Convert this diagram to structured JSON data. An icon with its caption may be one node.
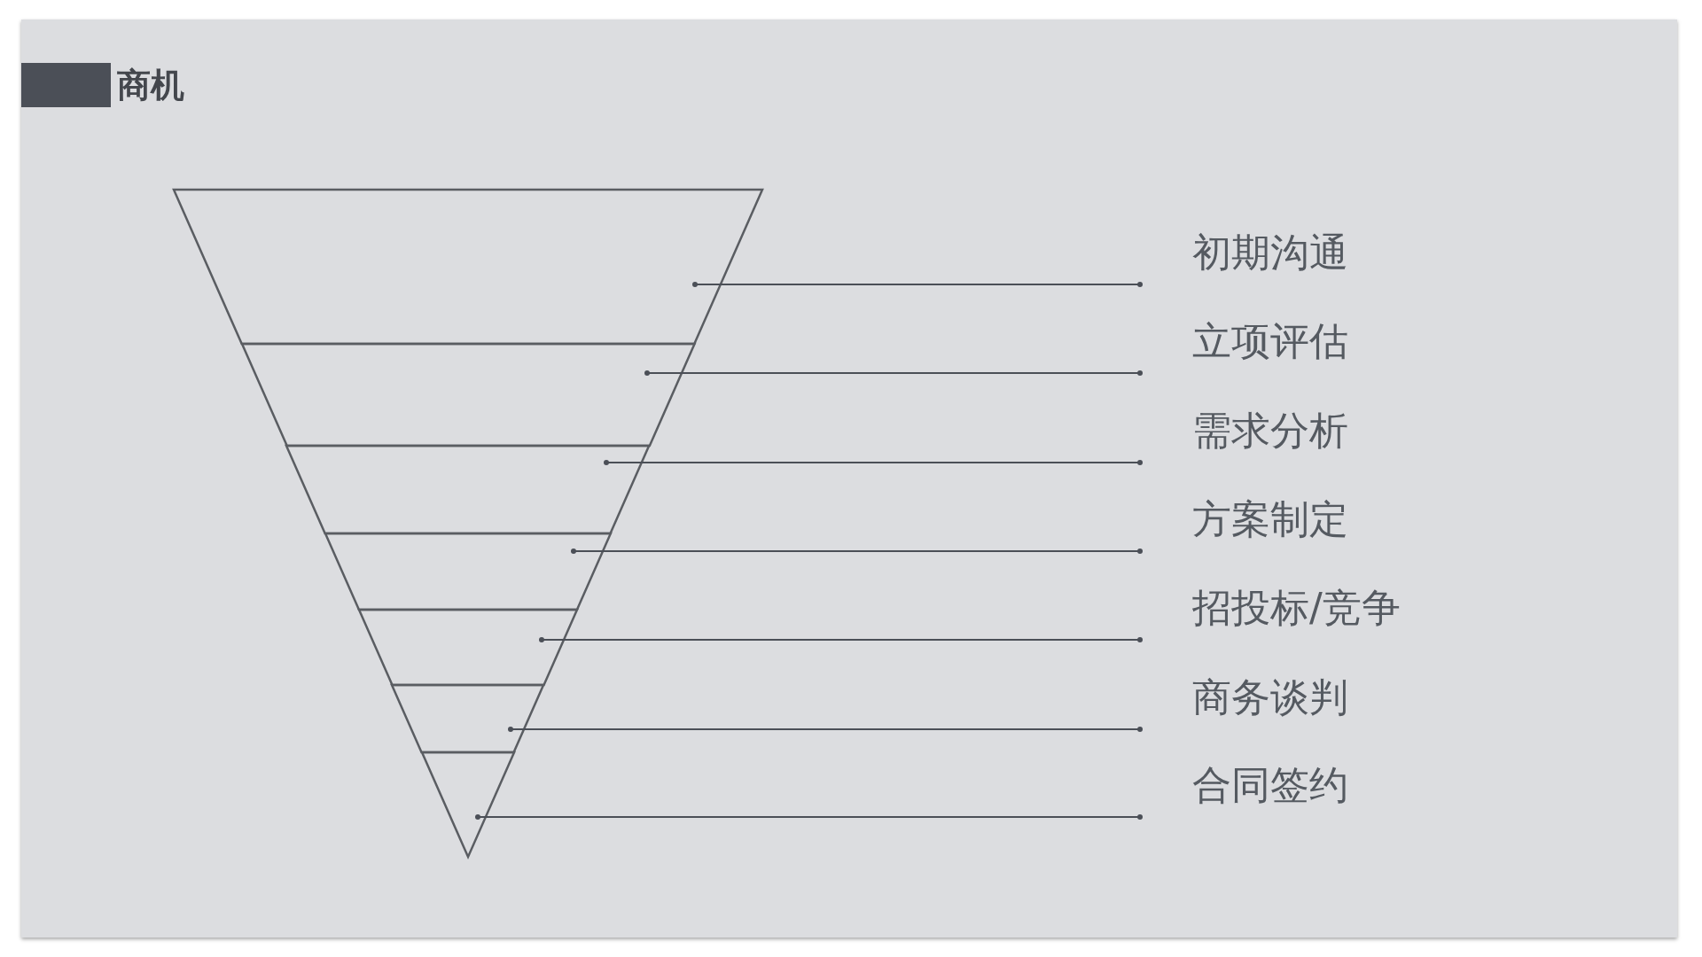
{
  "diagram": {
    "title": "商机",
    "nodes": [
      {
        "text": [],
        "shape": "trapezoid"
      },
      {
        "text": [],
        "shape": "trapezoid"
      },
      {
        "text": [],
        "shape": "trapezoid"
      },
      {
        "text": [],
        "shape": "trapezoid"
      },
      {
        "text": [],
        "shape": "trapezoid"
      },
      {
        "text": [],
        "shape": "trapezoid"
      },
      {
        "text": [],
        "shape": "triangle"
      },
      {
        "text": [
          "初期沟通"
        ]
      },
      {
        "text": [
          "立项评估"
        ]
      },
      {
        "text": [
          "需求分析"
        ]
      },
      {
        "text": [
          "方案制定"
        ]
      },
      {
        "text": [
          "招投标/竞争"
        ]
      },
      {
        "text": [
          "商务谈判"
        ]
      },
      {
        "text": [
          "合同签约"
        ]
      }
    ],
    "edges": [
      {
        "from": 7,
        "to": 0,
        "arrow": "other"
      },
      {
        "from": 8,
        "to": 1,
        "arrow": "other"
      },
      {
        "from": 9,
        "to": 2,
        "arrow": "other"
      },
      {
        "from": 10,
        "to": 3,
        "arrow": "other"
      },
      {
        "from": 11,
        "to": 4,
        "arrow": "other"
      },
      {
        "from": 12,
        "to": 5,
        "arrow": "other"
      },
      {
        "from": 13,
        "to": 6,
        "arrow": "other"
      }
    ]
  }
}
